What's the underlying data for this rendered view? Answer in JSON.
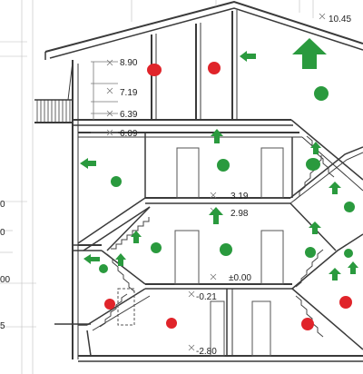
{
  "colors": {
    "line": "#3a3a3a",
    "thin": "#9a9a9a",
    "green": "#2a9a3e",
    "red": "#e0242a"
  },
  "levels": [
    {
      "id": "lv-1045",
      "label": "10.45"
    },
    {
      "id": "lv-890",
      "label": "8.90"
    },
    {
      "id": "lv-719",
      "label": "7.19"
    },
    {
      "id": "lv-639",
      "label": "6.39"
    },
    {
      "id": "lv-609",
      "label": "6.09"
    },
    {
      "id": "lv-319",
      "label": "3.19"
    },
    {
      "id": "lv-298",
      "label": "2.98"
    },
    {
      "id": "lv-000",
      "label": "±0.00"
    },
    {
      "id": "lv-021",
      "label": "-0.21"
    },
    {
      "id": "lv-280",
      "label": "-2.80"
    }
  ],
  "left_edge_fragments": [
    {
      "id": "frag-1",
      "label": "0"
    },
    {
      "id": "frag-2",
      "label": "0"
    },
    {
      "id": "frag-3",
      "label": "00"
    },
    {
      "id": "frag-4",
      "label": "5"
    }
  ],
  "markers": {
    "arrow_icon": "green-arrow-icon",
    "good_dot_icon": "green-dot-icon",
    "bad_dot_icon": "red-dot-icon"
  }
}
